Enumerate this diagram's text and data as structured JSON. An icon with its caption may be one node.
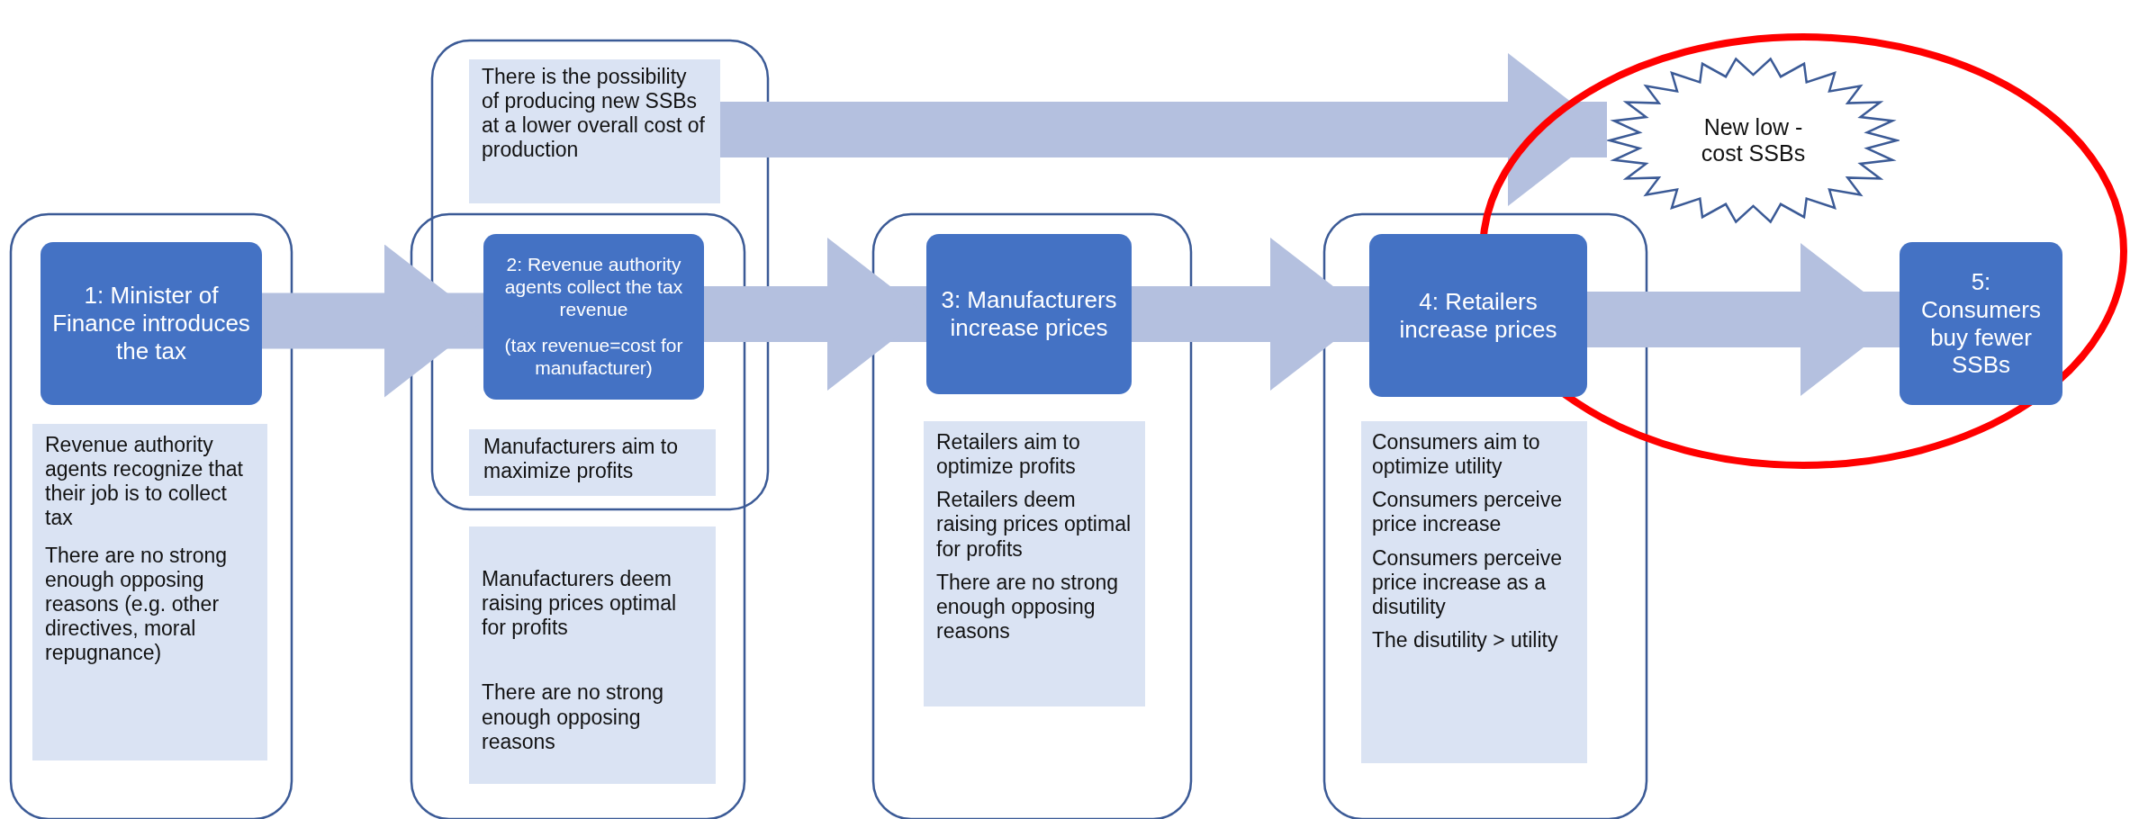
{
  "diagram": {
    "nodes": [
      {
        "text": [
          "1: Minister of Finance introduces the tax"
        ]
      },
      {
        "text": [
          "Revenue authority agents recognize that their job is to collect tax",
          "There are no strong enough opposing reasons (e.g. other directives, moral repugnance)"
        ]
      },
      {
        "text": [
          "There is the possibility of producing new SSBs at a lower overall cost of production"
        ]
      },
      {
        "text": [
          "2: Revenue authority agents collect the tax revenue",
          "(tax revenue=cost for manufacturer)"
        ]
      },
      {
        "text": [
          "Manufacturers aim to maximize profits"
        ]
      },
      {
        "text": [
          "Manufacturers deem raising prices optimal for profits",
          "There are no strong enough opposing reasons"
        ]
      },
      {
        "text": [
          "3: Manufacturers increase prices"
        ]
      },
      {
        "text": [
          "Retailers aim to optimize profits",
          "Retailers deem raising prices optimal for profits",
          "There are no strong enough opposing reasons"
        ]
      },
      {
        "text": [
          "4: Retailers increase prices"
        ]
      },
      {
        "text": [
          "Consumers aim to optimize utility",
          "Consumers perceive price increase",
          "Consumers perceive price increase as a disutility",
          "The disutility > utility"
        ]
      },
      {
        "text": [
          "New low - cost SSBs"
        ]
      },
      {
        "text": [
          "5: Consumers buy fewer SSBs"
        ]
      }
    ],
    "edges": [
      {
        "from": 0,
        "to": 3,
        "arrow": "to"
      },
      {
        "from": 3,
        "to": 6,
        "arrow": "to"
      },
      {
        "from": 6,
        "to": 8,
        "arrow": "to"
      },
      {
        "from": 8,
        "to": 11,
        "arrow": "to"
      },
      {
        "from": 2,
        "to": 10,
        "arrow": "to"
      }
    ]
  }
}
